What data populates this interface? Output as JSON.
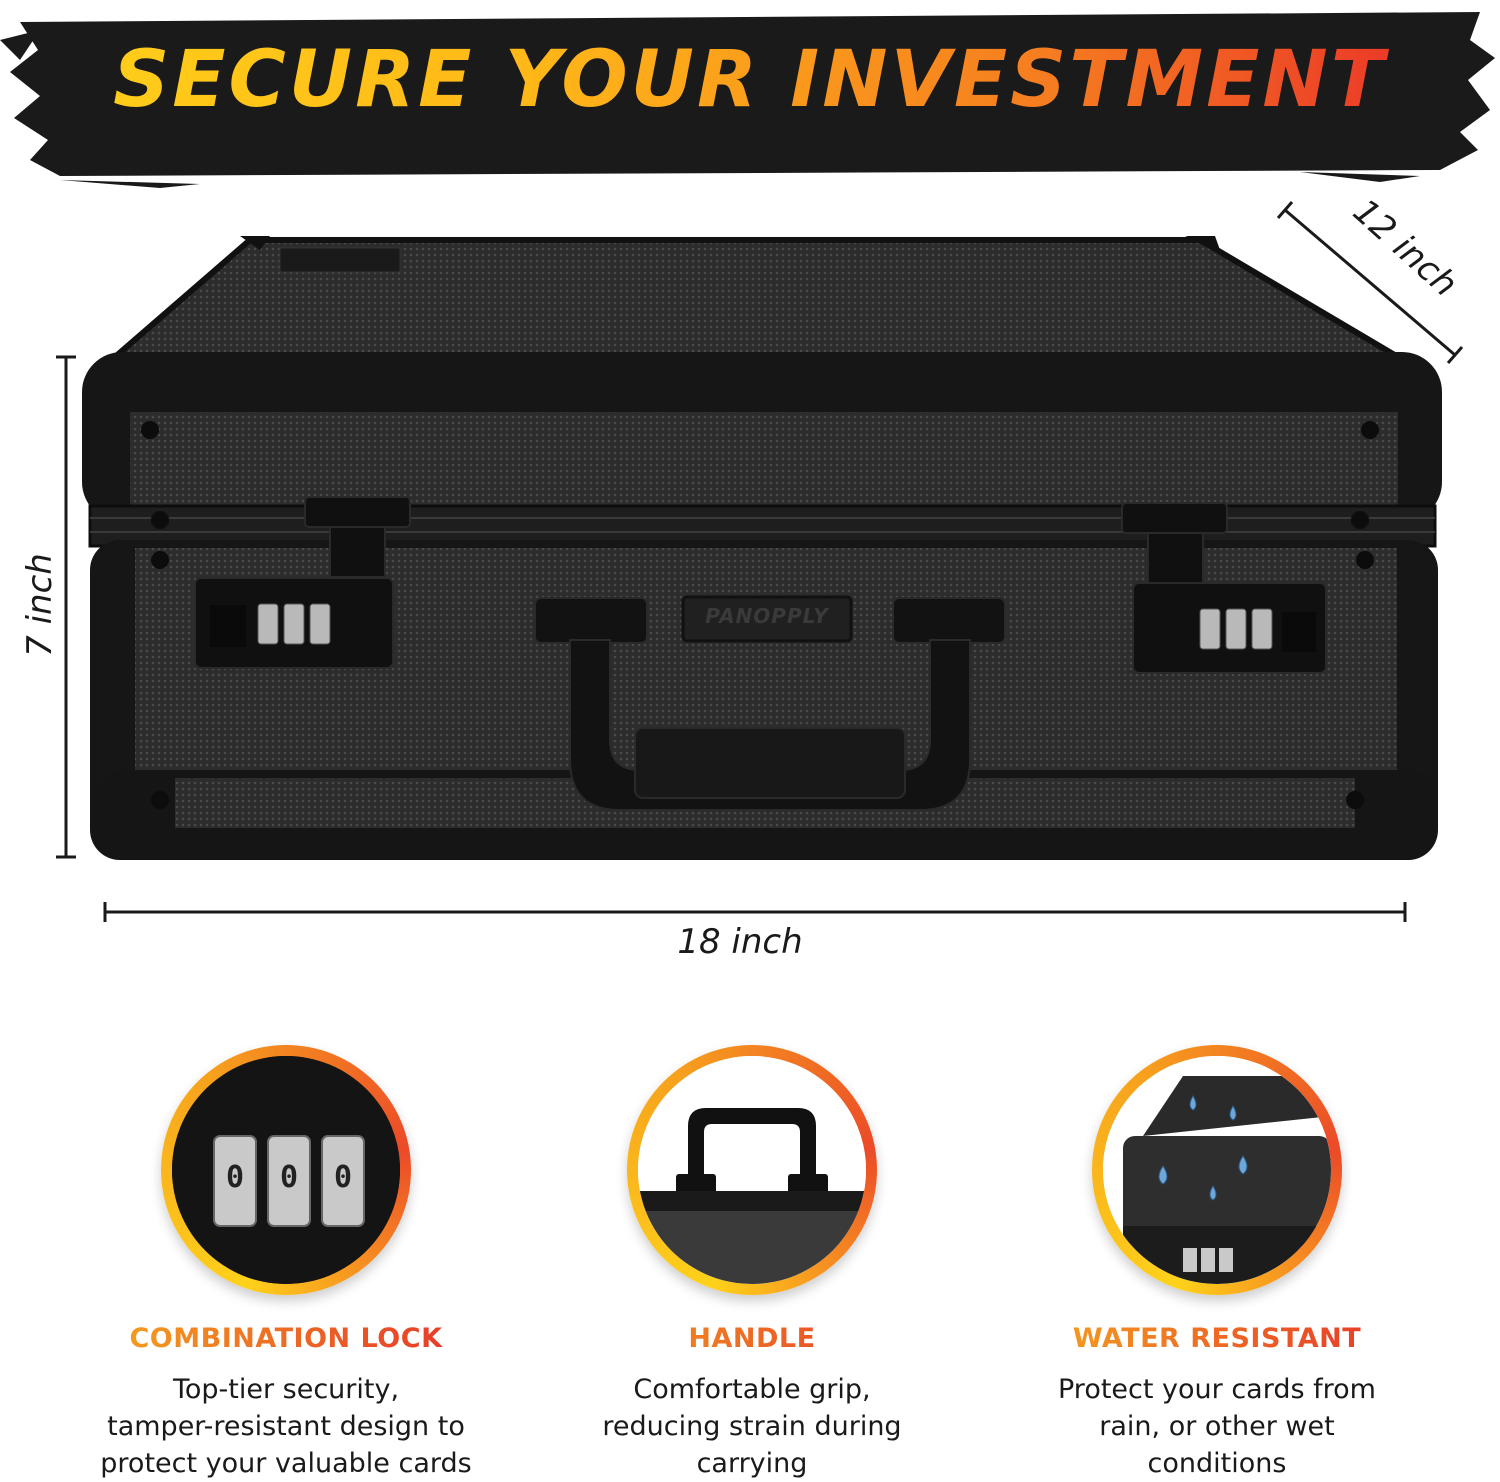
{
  "headline": "SECURE YOUR INVESTMENT",
  "brand_plate": "PANOPPLY",
  "dimensions": {
    "width": "18 inch",
    "height": "7 inch",
    "depth": "12 inch"
  },
  "lock_digits": [
    "0",
    "0",
    "0"
  ],
  "features": [
    {
      "title": "COMBINATION LOCK",
      "lines": [
        "Top-tier security,",
        "tamper-resistant design to",
        "protect your valuable cards"
      ]
    },
    {
      "title": "HANDLE",
      "lines": [
        "Comfortable grip,",
        "reducing strain during",
        "carrying"
      ]
    },
    {
      "title": "WATER RESISTANT",
      "lines": [
        "Protect your cards from",
        "rain, or other wet",
        "conditions"
      ]
    }
  ],
  "colors": {
    "gradient_start": "#ffd21a",
    "gradient_mid": "#f57c20",
    "gradient_end": "#e8262a",
    "case": "#2a2a2a",
    "banner": "#1a1a1a"
  }
}
